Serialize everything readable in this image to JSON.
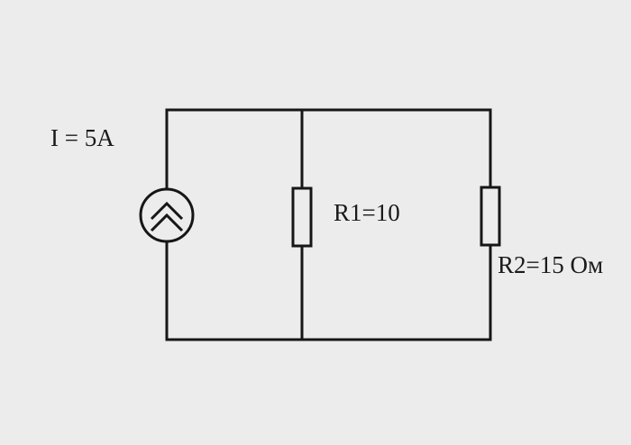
{
  "circuit": {
    "source_label": "I = 5A",
    "r1_label": "R1=10",
    "r2_label": "R2=15 Ом",
    "line_color": "#161616",
    "background_color": "#ececec"
  }
}
